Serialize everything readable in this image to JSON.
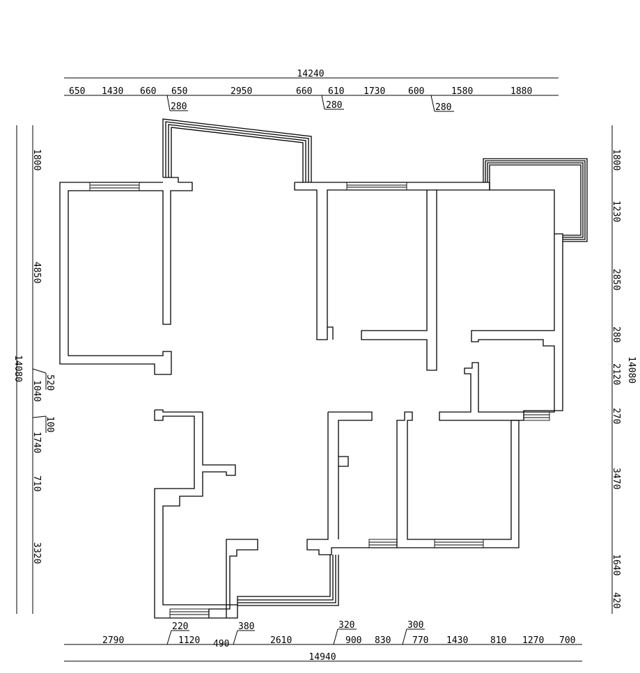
{
  "dimensions": {
    "top_total": "14240",
    "top_segments": [
      "650",
      "1430",
      "660",
      "650",
      "2950",
      "660",
      "610",
      "1730",
      "600",
      "1580",
      "1880"
    ],
    "top_leaders": [
      "280",
      "280",
      "280"
    ],
    "bottom_total": "14940",
    "bottom_segments": [
      "2790",
      "1120",
      "490",
      "2610",
      "900",
      "830",
      "770",
      "1430",
      "810",
      "1270",
      "700"
    ],
    "bottom_leaders": [
      "220",
      "380",
      "320",
      "300"
    ],
    "left_total": "14080",
    "left_segments": [
      "1800",
      "4850",
      "1040",
      "1740",
      "710",
      "3320"
    ],
    "left_leaders": [
      "520",
      "100"
    ],
    "right_total": "14080",
    "right_segments": [
      "1800",
      "1230",
      "2850",
      "280",
      "2120",
      "270",
      "3470",
      "1640",
      "420"
    ]
  }
}
